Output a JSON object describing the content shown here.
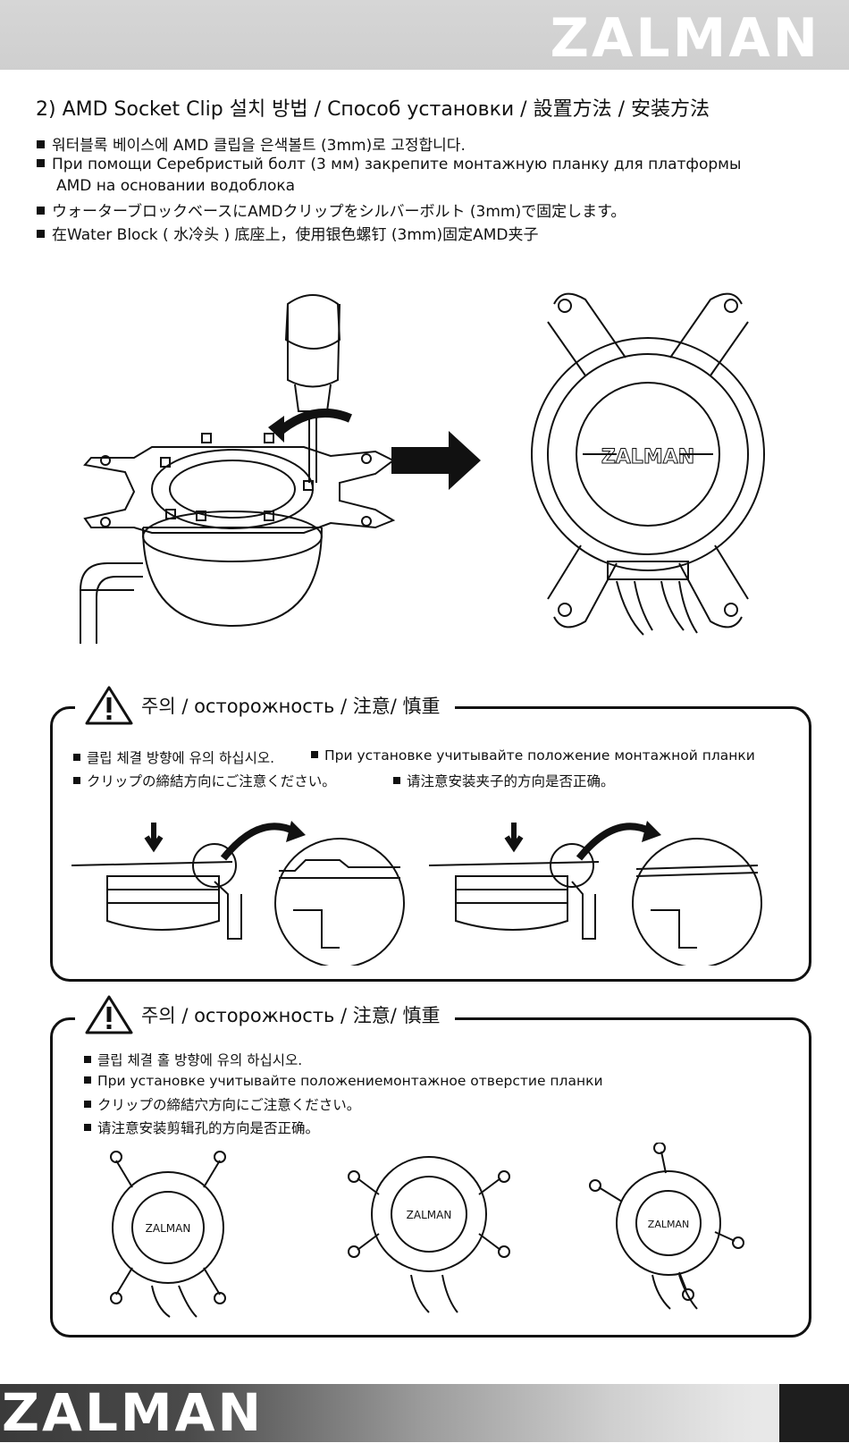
{
  "header": {
    "logo": "ZALMAN"
  },
  "section": {
    "title": "2) AMD Socket Clip 설치 방법 / Способ установки / 設置方法 / 安装方法",
    "bullets": [
      "워터블록 베이스에 AMD 클립을 은색볼트 (3mm)로 고정합니다.",
      "При помощи Серебристый болт (3 мм) закрепите монтажную планку для платформы",
      "AMD на основании водоблока",
      "ウォーターブロックベースにAMDクリップをシルバーボルト (3mm)で固定します。",
      "在Water Block ( 水冷头 ) 底座上，使用银色螺钉 (3mm)固定AMD夹子"
    ]
  },
  "illustration": {
    "product_logo": "ZALMAN"
  },
  "caution1": {
    "heading": "주의 / осторожность / 注意/ 慎重",
    "notes": [
      "클립 체결 방향에 유의 하십시오.",
      "При установке учитывайте положение монтажной планки",
      "クリップの締結方向にご注意ください。",
      "请注意安装夹子的方向是否正确。"
    ]
  },
  "caution2": {
    "heading": "주의 / осторожность / 注意/ 慎重",
    "notes": [
      "클립 체결 홀 방향에 유의 하십시오.",
      "При установке учитывайте положениемонтажное отверстие планки",
      "クリップの締結穴方向にご注意ください。",
      "请注意安装剪辑孔的方向是否正确。"
    ],
    "product_logo": "ZALMAN"
  },
  "footer": {
    "logo": "ZALMAN"
  }
}
